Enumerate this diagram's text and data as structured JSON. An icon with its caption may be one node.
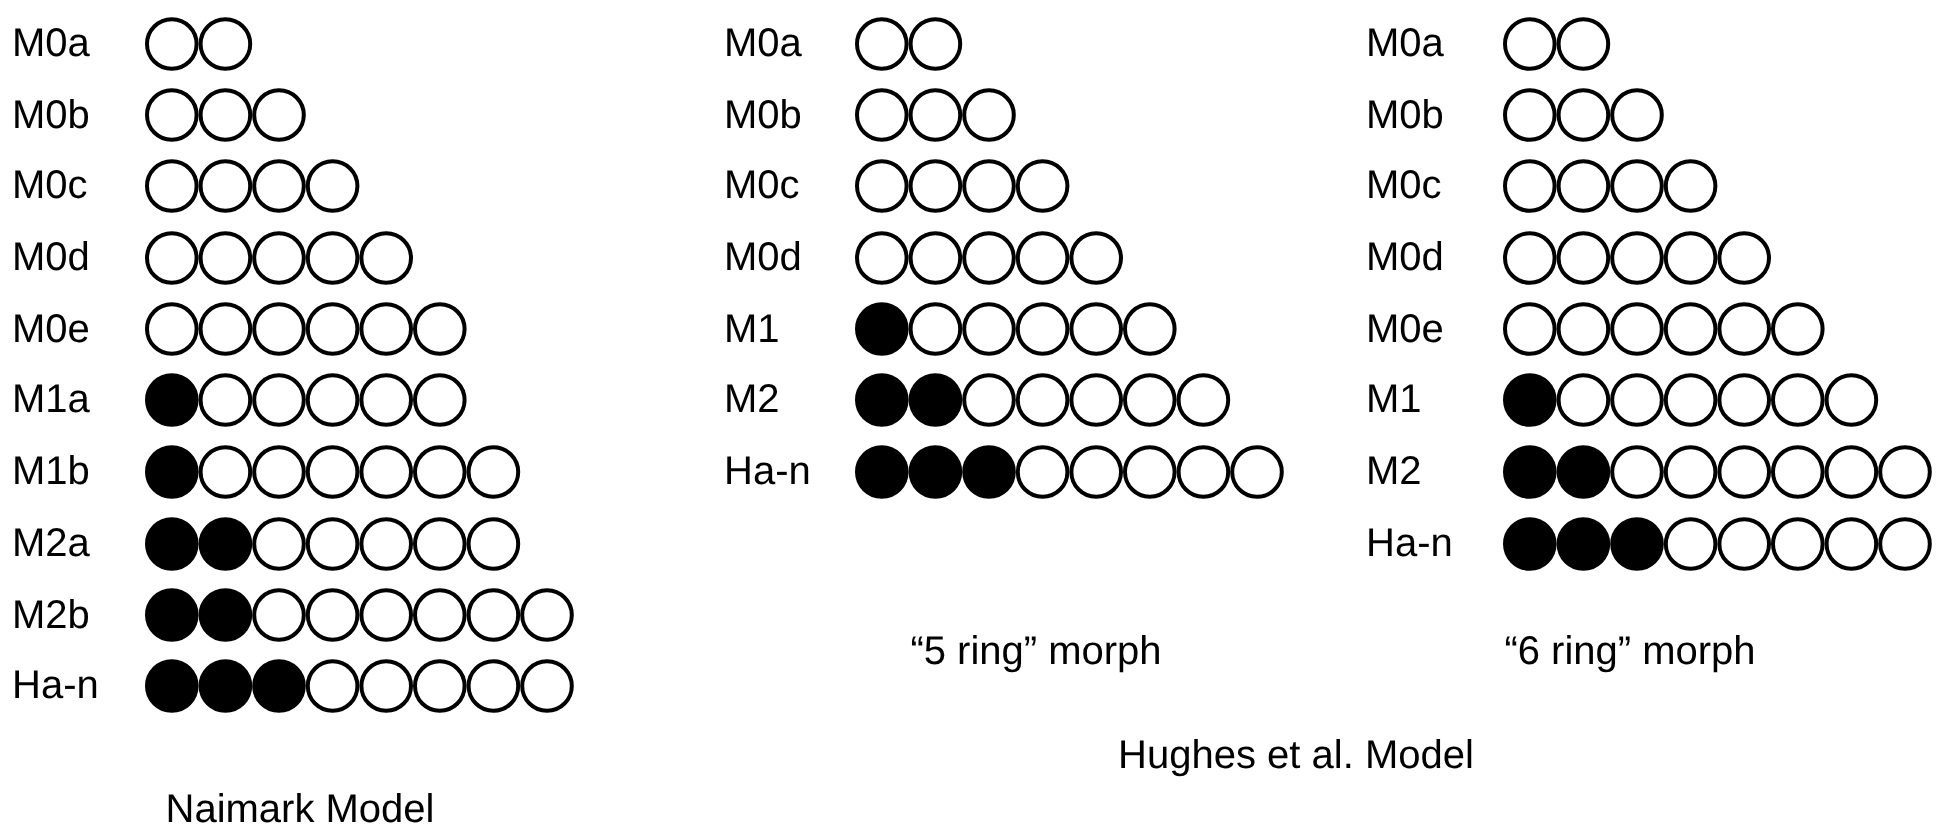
{
  "diagram": {
    "labels": [
      "M0a",
      "M0b",
      "M0c",
      "M0d",
      "M0e",
      "M1a",
      "M1b",
      "M2a",
      "M2b",
      "Ha-n",
      "Naimark Model",
      "M0a",
      "M0b",
      "M0c",
      "M0d",
      "M1",
      "M2",
      "Ha-n",
      "“5 ring” morph",
      "M0a",
      "M0b",
      "M0c",
      "M0d",
      "M0e",
      "M1",
      "M2",
      "Ha-n",
      "“6 ring” morph",
      "Hughes et al. Model"
    ]
  }
}
